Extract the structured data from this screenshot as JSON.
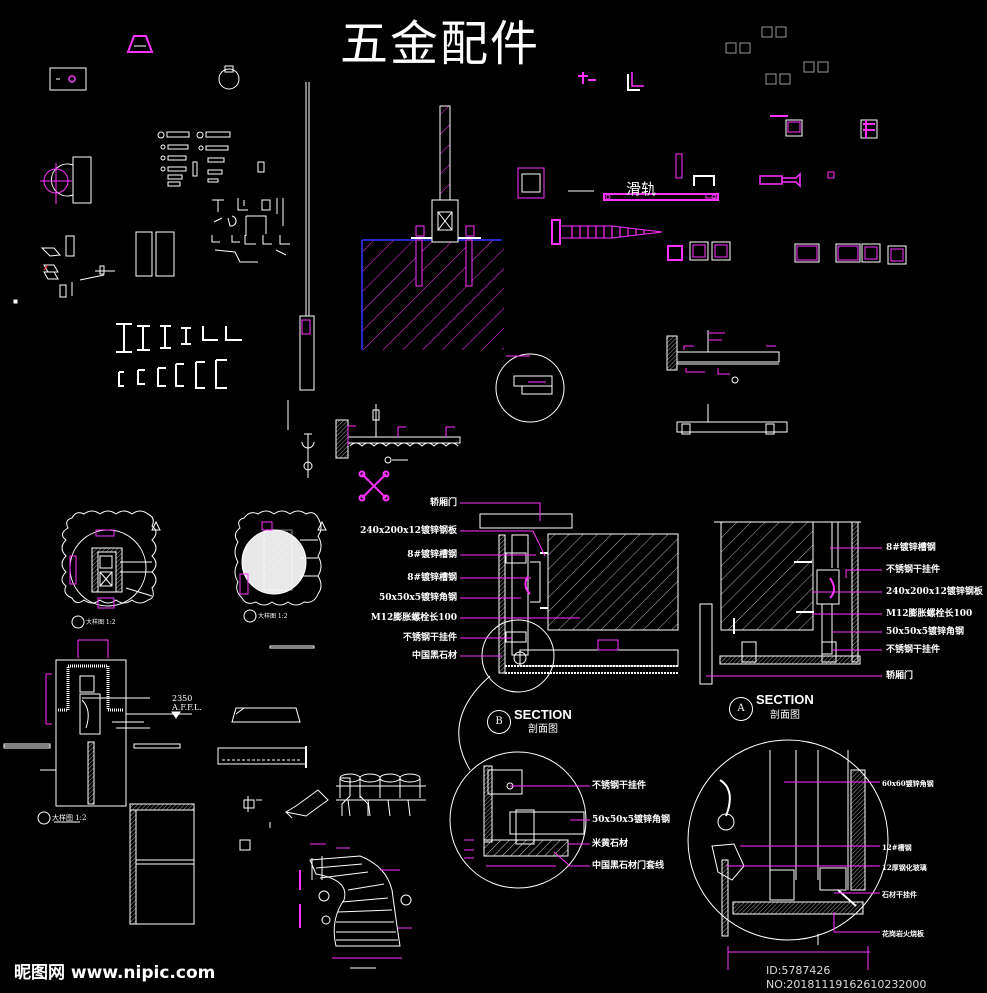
{
  "title": "五金配件",
  "colors": {
    "background": "#000000",
    "line": "#ffffff",
    "accent": "#ff33ff",
    "concrete_edge": "#3333ff"
  },
  "rail": {
    "label": "滑轨"
  },
  "section_b_detail": {
    "labels": [
      "轿厢门",
      "240x200x12镀锌钢板",
      "8#镀锌槽钢",
      "8#镀锌槽钢",
      "50x50x5镀锌角钢",
      "M12膨胀螺栓长100",
      "不锈钢干挂件",
      "中国黑石材"
    ],
    "tag": "B",
    "section_label": "SECTION",
    "section_sub": "剖面图"
  },
  "section_a_detail": {
    "labels": [
      "8#镀锌槽钢",
      "不锈钢干挂件",
      "240x200x12镀锌钢板",
      "M12膨胀螺栓长100",
      "50x50x5镀锌角钢",
      "不锈钢干挂件",
      "轿厢门"
    ],
    "tag": "A",
    "section_label": "SECTION",
    "section_sub": "剖面图"
  },
  "callout_b_zoom": {
    "labels": [
      "不锈钢干挂件",
      "50x50x5镀锌角钢",
      "米黄石材",
      "中国黑石材门套线"
    ]
  },
  "callout_large_zoom": {
    "labels": [
      "60x60镀锌角钢",
      "12#槽钢",
      "12厚钢化玻璃",
      "石材干挂件",
      "花岗岩火烧板"
    ]
  },
  "elevation_detail": {
    "level": "2350",
    "level_label": "A.F.F.L.",
    "scale_label": "大样图 1:2"
  },
  "plan_details": [
    {
      "scale_label": "大样图 1:2"
    },
    {
      "scale_label": "大样图 1:2"
    }
  ],
  "watermark": {
    "site": "昵图网 www.nipic.com",
    "id": "ID:5787426 NO:20181119162610232000"
  }
}
